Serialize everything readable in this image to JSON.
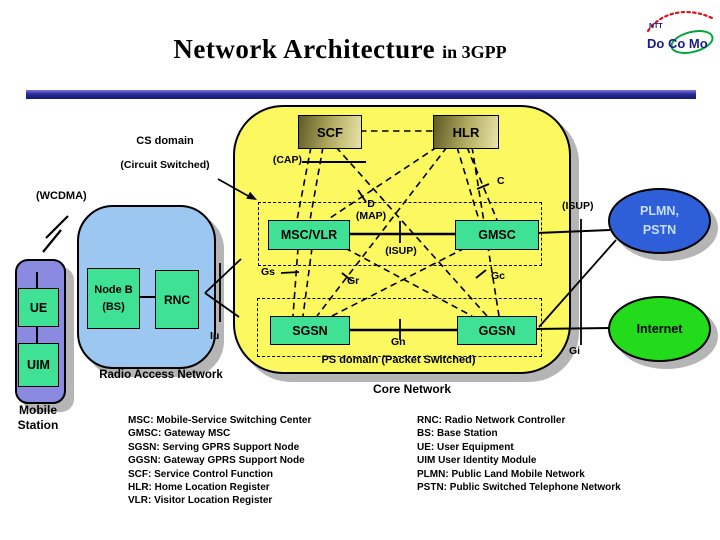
{
  "title": {
    "main": "Network Architecture",
    "suffix": "in 3GPP"
  },
  "logo": {
    "ntt": "NTT",
    "brand": "Do Co Mo"
  },
  "diagram": {
    "core": {
      "nodes": {
        "scf": "SCF",
        "hlr": "HLR",
        "msc": "MSC/VLR",
        "gmsc": "GMSC",
        "sgsn": "SGSN",
        "ggsn": "GGSN"
      },
      "cs_domain_line1": "CS domain",
      "cs_domain_line2": "(Circuit Switched)",
      "ps_domain": "PS domain (Packet Switched)",
      "core_label": "Core Network",
      "interfaces": {
        "cap": "(CAP)",
        "c": "C",
        "d": "D",
        "map": "(MAP)",
        "isup_center": "(ISUP)",
        "isup_right": "(ISUP)",
        "gs": "Gs",
        "gr": "Gr",
        "gc": "Gc",
        "gn": "Gn",
        "gi": "Gi",
        "iu": "Iu"
      }
    },
    "ran": {
      "wcdma": "(WCDMA)",
      "node_b_line1": "Node B",
      "node_b_line2": "(BS)",
      "rnc": "RNC",
      "label": "Radio Access Network"
    },
    "mobile": {
      "ue": "UE",
      "uim": "UIM",
      "label_line1": "Mobile",
      "label_line2": "Station"
    },
    "external": {
      "plmn_line1": "PLMN,",
      "plmn_line2": "PSTN",
      "internet": "Internet"
    }
  },
  "legend": {
    "left": [
      "MSC: Mobile-Service Switching Center",
      "GMSC: Gateway MSC",
      "SGSN: Serving GPRS Support Node",
      "GGSN: Gateway GPRS Support Node",
      "SCF: Service Control Function",
      "HLR: Home Location Register",
      "VLR: Visitor Location Register"
    ],
    "right": [
      "RNC: Radio Network Controller",
      "BS: Base Station",
      "UE: User Equipment",
      "UIM User Identity Module",
      "PLMN: Public Land Mobile Network",
      "PSTN: Public Switched Telephone Network"
    ]
  },
  "colors": {
    "core_fill": "#fbf860",
    "ran_fill": "#9cc7f0",
    "mobile_fill": "#8a8ae0",
    "node_fill": "#3fe294",
    "gold_dark": "#5e5b25",
    "gold_light": "#e9e4a8",
    "plmn_fill": "#2f5fd8",
    "plmn_text": "#c9defa",
    "internet_fill": "#22dc1c",
    "bar_navy": "#2b2b99",
    "shadow": "#b5b5b5",
    "logo_navy": "#1b1b8c",
    "logo_red": "#e0101c",
    "logo_green": "#00a63c"
  }
}
